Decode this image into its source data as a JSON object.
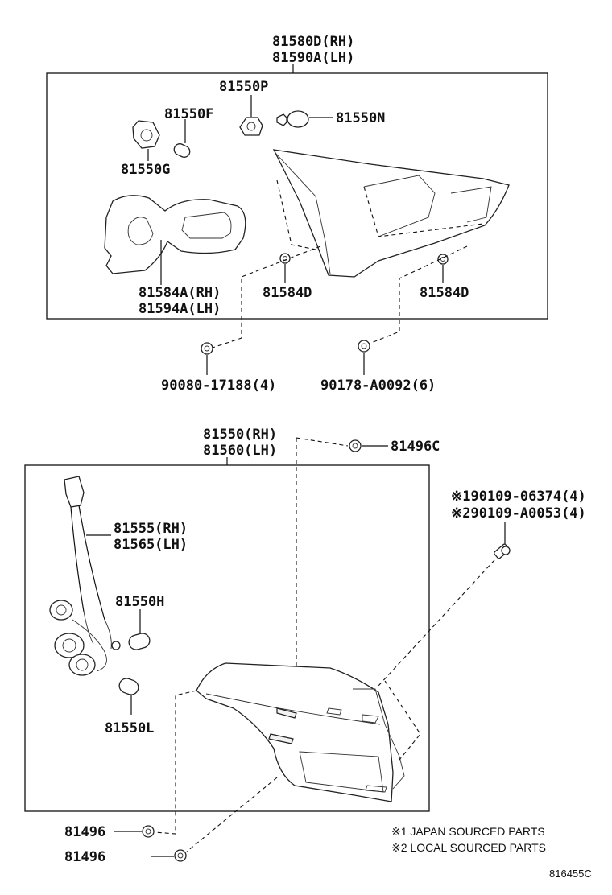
{
  "labels": {
    "l81580d": "81580D(RH)",
    "l81590a": "81590A(LH)",
    "l81550p": "81550P",
    "l81550f": "81550F",
    "l81550n": "81550N",
    "l81550g": "81550G",
    "l81584a": "81584A(RH)",
    "l81594a": "81594A(LH)",
    "l81584d_1": "81584D",
    "l81584d_2": "81584D",
    "l90080": "90080-17188(4)",
    "l90178": "90178-A0092(6)",
    "l81550rh": "81550(RH)",
    "l81560lh": "81560(LH)",
    "l81496c": "81496C",
    "l90109_1": "※190109-06374(4)",
    "l90109_2": "※290109-A0053(4)",
    "l81555": "81555(RH)",
    "l81565": "81565(LH)",
    "l81550h": "81550H",
    "l81550l": "81550L",
    "l81496_1": "81496",
    "l81496_2": "81496"
  },
  "notes": {
    "japan": "※1 JAPAN SOURCED PARTS",
    "local": "※2 LOCAL SOURCED PARTS"
  },
  "ref_code": "816455C"
}
